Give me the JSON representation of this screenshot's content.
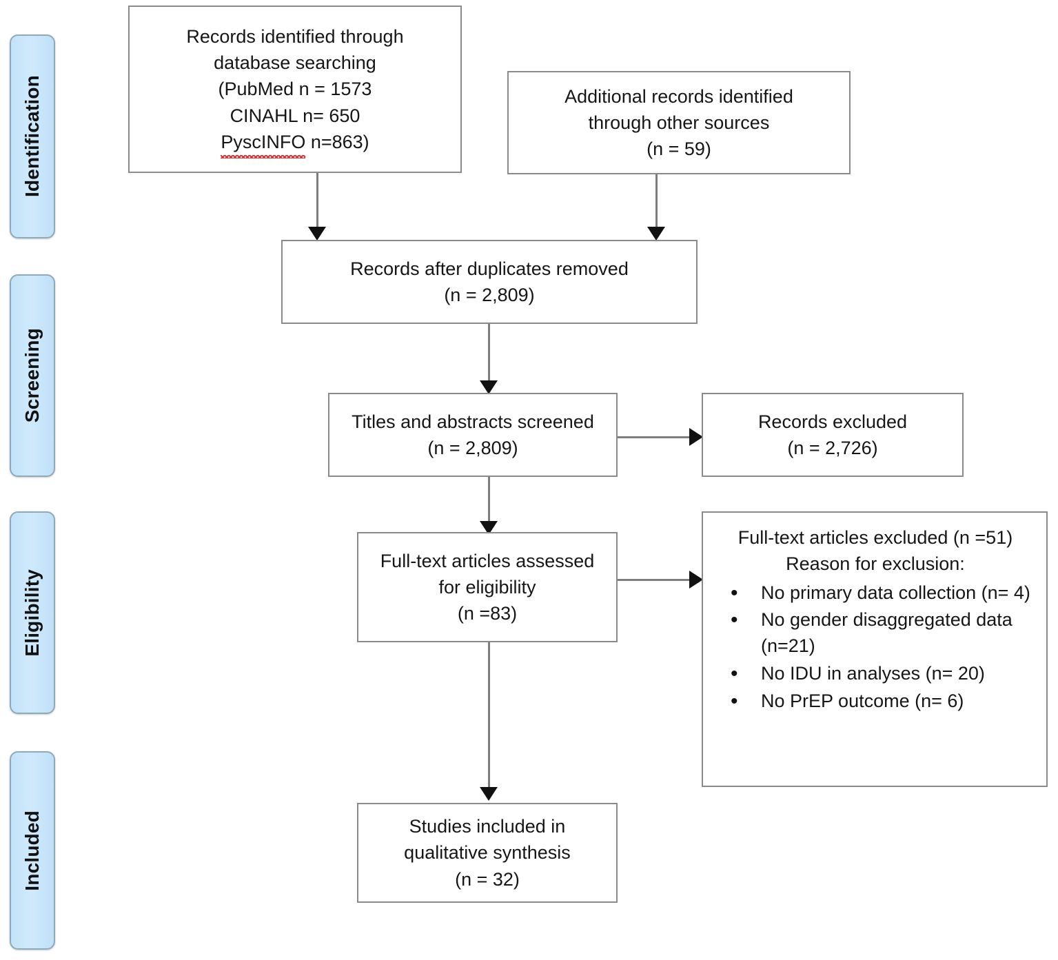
{
  "diagram": {
    "title": "PRISMA flow diagram",
    "stages": [
      {
        "id": "identification",
        "label": "Identification"
      },
      {
        "id": "screening",
        "label": "Screening"
      },
      {
        "id": "eligibility",
        "label": "Eligibility"
      },
      {
        "id": "included",
        "label": "Included"
      }
    ],
    "boxes": {
      "database_records": {
        "lines": [
          "Records identified through",
          "database searching",
          "(PubMed n = 1573",
          "CINAHL n= 650",
          "n=863)"
        ],
        "misspelled_word": "PyscINFO"
      },
      "additional_records": {
        "lines": [
          "Additional records identified",
          "through other sources",
          "(n = 59)"
        ]
      },
      "duplicates_removed": {
        "lines": [
          "Records after duplicates removed",
          "(n = 2,809)"
        ]
      },
      "titles_screened": {
        "lines": [
          "Titles and abstracts screened",
          "(n = 2,809)"
        ]
      },
      "records_excluded": {
        "lines": [
          "Records excluded",
          "(n = 2,726)"
        ]
      },
      "fulltext_assessed": {
        "lines": [
          "Full-text articles assessed",
          "for eligibility",
          "(n =83)"
        ]
      },
      "fulltext_excluded": {
        "heading": "Full-text articles excluded (n =51)",
        "subheading": "Reason for exclusion:",
        "reasons": [
          "No primary data collection (n= 4)",
          "No gender disaggregated data (n=21)",
          "No IDU in analyses (n= 20)",
          "No PrEP outcome (n= 6)"
        ]
      },
      "studies_included": {
        "lines": [
          "Studies included in",
          "qualitative synthesis",
          "(n = 32)"
        ]
      }
    },
    "colors": {
      "stage_fill": "#cde8fa",
      "stage_border": "#8ea9b8",
      "box_border": "#8a8a8a",
      "connector": "#7d7d7d",
      "arrow": "#111111",
      "spellcheck_underline": "#e02020",
      "text": "#161616"
    }
  }
}
